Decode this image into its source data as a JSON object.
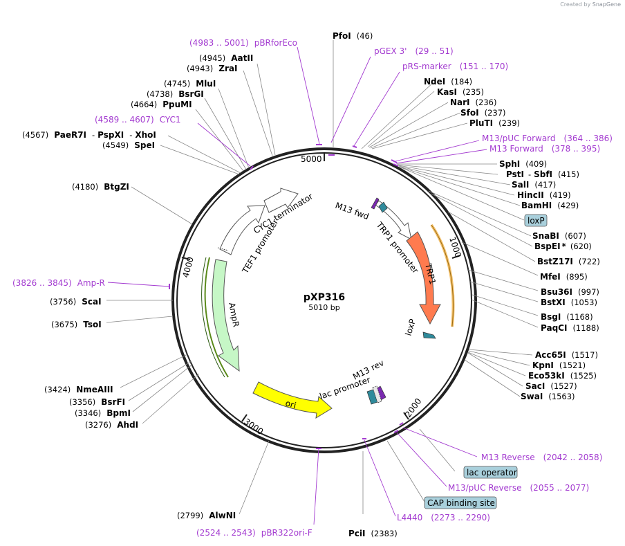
{
  "credit": {
    "prefix": "Created by",
    "brand": "SnapGene"
  },
  "plasmid": {
    "name": "pXP316",
    "length": "5010 bp"
  },
  "ticks": [
    "1000",
    "2000",
    "3000",
    "4000",
    "5000"
  ],
  "enzymes": {
    "PfoI": {
      "name": "PfoI",
      "pos": "(46)"
    },
    "AatII": {
      "name": "AatII",
      "pos": "(4945)"
    },
    "ZraI": {
      "name": "ZraI",
      "pos": "(4943)"
    },
    "MluI": {
      "name": "MluI",
      "pos": "(4745)"
    },
    "BsrGI": {
      "name": "BsrGI",
      "pos": "(4738)"
    },
    "PpuMI": {
      "name": "PpuMI",
      "pos": "(4664)"
    },
    "PaeR7I": {
      "name": "PaeR7I",
      "pos": "(4567)"
    },
    "PspXI": {
      "name": "PspXI",
      "pos": ""
    },
    "XhoI": {
      "name": "XhoI",
      "pos": ""
    },
    "SpeI": {
      "name": "SpeI",
      "pos": "(4549)"
    },
    "BtgZI": {
      "name": "BtgZI",
      "pos": "(4180)"
    },
    "ScaI": {
      "name": "ScaI",
      "pos": "(3756)"
    },
    "TsoI": {
      "name": "TsoI",
      "pos": "(3675)"
    },
    "NmeAIII": {
      "name": "NmeAIII",
      "pos": "(3424)"
    },
    "BsrFI": {
      "name": "BsrFI",
      "pos": "(3356)"
    },
    "BpmI": {
      "name": "BpmI",
      "pos": "(3346)"
    },
    "AhdI": {
      "name": "AhdI",
      "pos": "(3276)"
    },
    "AlwNI": {
      "name": "AlwNI",
      "pos": "(2799)"
    },
    "PciI": {
      "name": "PciI",
      "pos": "(2383)"
    },
    "NdeI": {
      "name": "NdeI",
      "pos": "(184)"
    },
    "KasI": {
      "name": "KasI",
      "pos": "(235)"
    },
    "NarI": {
      "name": "NarI",
      "pos": "(236)"
    },
    "SfoI": {
      "name": "SfoI",
      "pos": "(237)"
    },
    "PluTI": {
      "name": "PluTI",
      "pos": "(239)"
    },
    "SphI": {
      "name": "SphI",
      "pos": "(409)"
    },
    "PstI": {
      "name": "PstI",
      "pos": ""
    },
    "SbfI": {
      "name": "SbfI",
      "pos": "(415)"
    },
    "SalI": {
      "name": "SalI",
      "pos": "(417)"
    },
    "HincII": {
      "name": "HincII",
      "pos": "(419)"
    },
    "BamHI": {
      "name": "BamHI",
      "pos": "(429)"
    },
    "SnaBI": {
      "name": "SnaBI",
      "pos": "(607)"
    },
    "BspEI": {
      "name": "BspEI",
      "mark": "*",
      "pos": "(620)"
    },
    "BstZ17I": {
      "name": "BstZ17I",
      "pos": "(722)"
    },
    "MfeI": {
      "name": "MfeI",
      "pos": "(895)"
    },
    "Bsu36I": {
      "name": "Bsu36I",
      "pos": "(997)"
    },
    "BstXI": {
      "name": "BstXI",
      "pos": "(1053)"
    },
    "BsgI": {
      "name": "BsgI",
      "pos": "(1168)"
    },
    "PaqCI": {
      "name": "PaqCI",
      "pos": "(1188)"
    },
    "Acc65I": {
      "name": "Acc65I",
      "pos": "(1517)"
    },
    "KpnI": {
      "name": "KpnI",
      "pos": "(1521)"
    },
    "Eco53kI": {
      "name": "Eco53kI",
      "pos": "(1525)"
    },
    "SacI": {
      "name": "SacI",
      "pos": "(1527)"
    },
    "SwaI": {
      "name": "SwaI",
      "pos": "(1563)"
    }
  },
  "primers": {
    "pBRforEco": {
      "name": "pBRforEco",
      "range": "(4983 .. 5001)"
    },
    "pGEX3": {
      "name": "pGEX 3'",
      "range": "(29 .. 51)"
    },
    "pRSmarker": {
      "name": "pRS-marker",
      "range": "(151 .. 170)"
    },
    "CYC1": {
      "name": "CYC1",
      "range": "(4589 .. 4607)"
    },
    "M13pUCFwd": {
      "name": "M13/pUC Forward",
      "range": "(364 .. 386)"
    },
    "M13Fwd": {
      "name": "M13 Forward",
      "range": "(378 .. 395)"
    },
    "AmpR": {
      "name": "Amp-R",
      "range": "(3826 .. 3845)"
    },
    "M13Rev": {
      "name": "M13 Reverse",
      "range": "(2042 .. 2058)"
    },
    "M13pUCRev": {
      "name": "M13/pUC Reverse",
      "range": "(2055 .. 2077)"
    },
    "L4440": {
      "name": "L4440",
      "range": "(2273 .. 2290)"
    },
    "pBR322ori": {
      "name": "pBR322ori-F",
      "range": "(2524 .. 2543)"
    }
  },
  "boxedFeatures": {
    "loxP": "loxP",
    "lacOperator": "lac operator",
    "capSite": "CAP binding site"
  },
  "features": {
    "m13fwd": "M13 fwd",
    "trp1promoter": "TRP1 promoter",
    "trp1": "TRP1",
    "loxP": "loxP",
    "cyc1term": "CYC1 terminator",
    "tef1prom": "TEF1 promoter",
    "ampR": "AmpR",
    "ori": "ori",
    "m13rev": "M13 rev",
    "lacprom": "lac promoter"
  },
  "colors": {
    "primer": "#a33bd0",
    "trp1": "#ff7b4f",
    "ampR": "#c6f7c6",
    "ori": "#ffff00",
    "promoter": "#ffffff",
    "featureBox": "#a9d0dc",
    "smallArrow": "#2f8a9b"
  }
}
